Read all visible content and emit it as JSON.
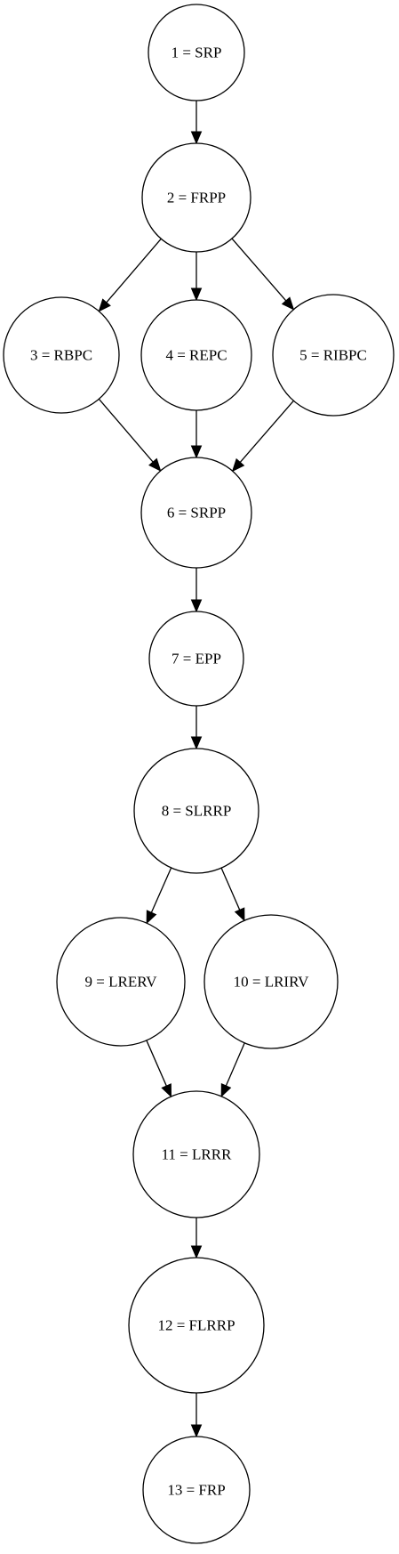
{
  "diagram": {
    "type": "directed-graph",
    "nodes": [
      {
        "id": "1",
        "label": "1 = SRP"
      },
      {
        "id": "2",
        "label": "2 = FRPP"
      },
      {
        "id": "3",
        "label": "3 = RBPC"
      },
      {
        "id": "4",
        "label": "4 = REPC"
      },
      {
        "id": "5",
        "label": "5 = RIBPC"
      },
      {
        "id": "6",
        "label": "6 = SRPP"
      },
      {
        "id": "7",
        "label": "7 = EPP"
      },
      {
        "id": "8",
        "label": "8 = SLRRP"
      },
      {
        "id": "9",
        "label": "9 = LRERV"
      },
      {
        "id": "10",
        "label": "10 = LRIRV"
      },
      {
        "id": "11",
        "label": "11 = LRRR"
      },
      {
        "id": "12",
        "label": "12 = FLRRP"
      },
      {
        "id": "13",
        "label": "13 = FRP"
      }
    ],
    "edges": [
      {
        "from": "1",
        "to": "2"
      },
      {
        "from": "2",
        "to": "3"
      },
      {
        "from": "2",
        "to": "4"
      },
      {
        "from": "2",
        "to": "5"
      },
      {
        "from": "3",
        "to": "6"
      },
      {
        "from": "4",
        "to": "6"
      },
      {
        "from": "5",
        "to": "6"
      },
      {
        "from": "6",
        "to": "7"
      },
      {
        "from": "7",
        "to": "8"
      },
      {
        "from": "8",
        "to": "9"
      },
      {
        "from": "8",
        "to": "10"
      },
      {
        "from": "9",
        "to": "11"
      },
      {
        "from": "10",
        "to": "11"
      },
      {
        "from": "11",
        "to": "12"
      },
      {
        "from": "12",
        "to": "13"
      }
    ]
  }
}
